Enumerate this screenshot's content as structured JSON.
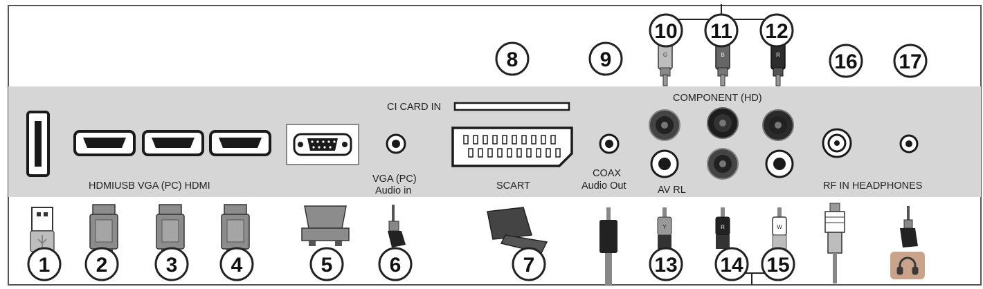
{
  "panel": {
    "labels": {
      "ci_card_in": "CI CARD IN",
      "component_hd": "COMPONENT (HD)",
      "hdmi_usb_vga_row": "HDMIUSB VGA (PC) HDMI",
      "vga_audio_line1": "VGA (PC)",
      "vga_audio_line2": "Audio in",
      "scart": "SCART",
      "coax_line1": "COAX",
      "coax_line2": "Audio Out",
      "av_rl": "AV RL",
      "rf_in_headphones": "RF IN HEADPHONES"
    }
  },
  "callouts": {
    "c1": "1",
    "c2": "2",
    "c3": "3",
    "c4": "4",
    "c5": "5",
    "c6": "6",
    "c7": "7",
    "c8": "8",
    "c9": "9",
    "c10": "10",
    "c11": "11",
    "c12": "12",
    "c13": "13",
    "c14": "14",
    "c15": "15",
    "c16": "16",
    "c17": "17"
  },
  "plug_markings": {
    "rca_top_left": "G",
    "rca_top_mid": "B",
    "rca_top_right": "R",
    "rca_bottom_left": "Y",
    "rca_bottom_mid": "R",
    "rca_bottom_right": "W"
  },
  "colors": {
    "panel": "#d6d6d6",
    "frame": "#555555",
    "port_dark": "#1a1a1a",
    "callout_border": "#222222",
    "plug_grey": "#8c8c8c",
    "plug_dark": "#3a3a3a",
    "headphone_tan": "#c9a48a"
  }
}
